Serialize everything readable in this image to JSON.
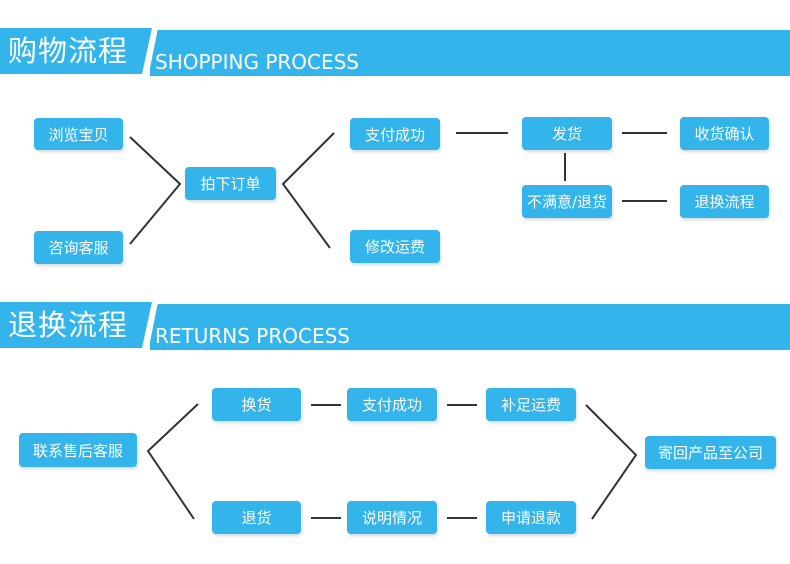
{
  "shopping": {
    "title_cn": "购物流程",
    "title_en": "SHOPPING PROCESS",
    "nodes": {
      "browse": "浏览宝贝",
      "consult": "咨询客服",
      "order": "拍下订单",
      "pay": "支付成功",
      "ship": "发货",
      "confirm": "收货确认",
      "unsatisfied": "不满意/退货",
      "exchange_flow": "退换流程",
      "edit_shipping": "修改运费"
    }
  },
  "returns": {
    "title_cn": "退换流程",
    "title_en": "RETURNS PROCESS",
    "nodes": {
      "contact": "联系售后客服",
      "exchange": "换货",
      "pay": "支付成功",
      "extra_shipping": "补足运费",
      "return": "退货",
      "explain": "说明情况",
      "refund": "申请退款",
      "mail_back": "寄回产品至公司"
    }
  },
  "colors": {
    "accent": "#33b5ec",
    "line": "#333333"
  }
}
